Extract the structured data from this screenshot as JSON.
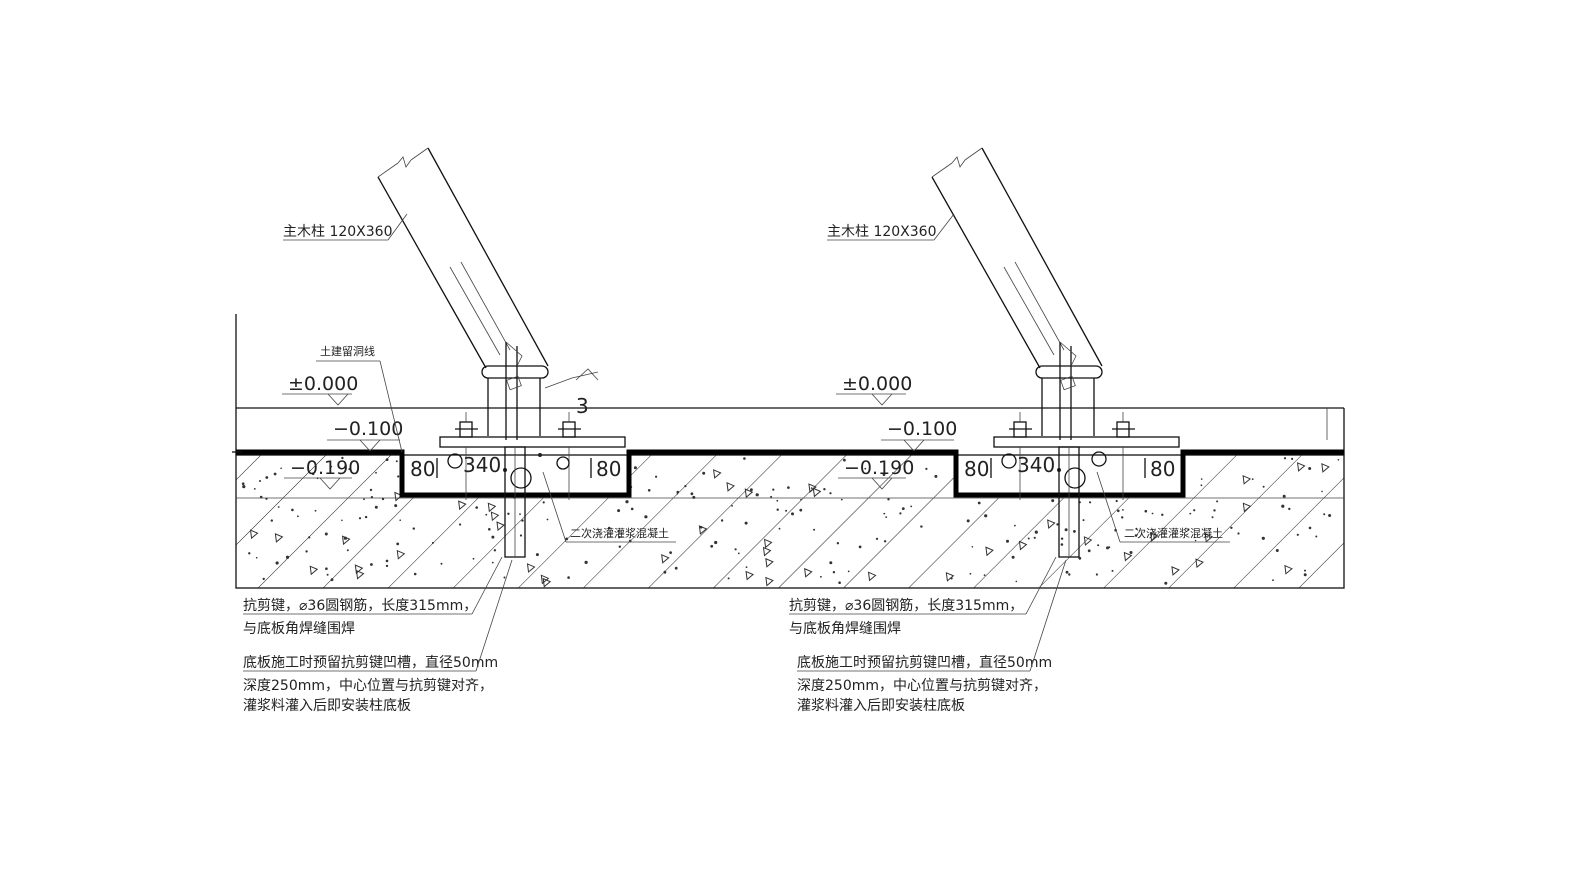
{
  "details": [
    {
      "column_label": "主木柱 120X360",
      "opening_label": "土建留洞线",
      "elev_top": "±0.000",
      "elev_mid": "−0.100",
      "elev_low": "−0.190",
      "dim_left": "80",
      "dim_mid": "340",
      "dim_right": "80",
      "weld_mark": "3",
      "grout_label": "二次浇灌灌浆混凝土",
      "shear_key_line1": "抗剪键，⌀36圆钢筋，长度315mm，",
      "shear_key_line2": "与底板角焊缝围焊",
      "recess_line1": "底板施工时预留抗剪键凹槽，直径50mm",
      "recess_line2": "深度250mm，中心位置与抗剪键对齐，",
      "recess_line3": "灌浆料灌入后即安装柱底板"
    },
    {
      "column_label": "主木柱 120X360",
      "elev_top": "±0.000",
      "elev_mid": "−0.100",
      "elev_low": "−0.190",
      "dim_left": "80",
      "dim_mid": "340",
      "dim_right": "80",
      "grout_label": "二次浇灌灌浆混凝土",
      "shear_key_line1": "抗剪键，⌀36圆钢筋，长度315mm，",
      "shear_key_line2": "与底板角焊缝围焊",
      "recess_line1": "底板施工时预留抗剪键凹槽，直径50mm",
      "recess_line2": "深度250mm，中心位置与抗剪键对齐，",
      "recess_line3": "灌浆料灌入后即安装柱底板"
    }
  ]
}
